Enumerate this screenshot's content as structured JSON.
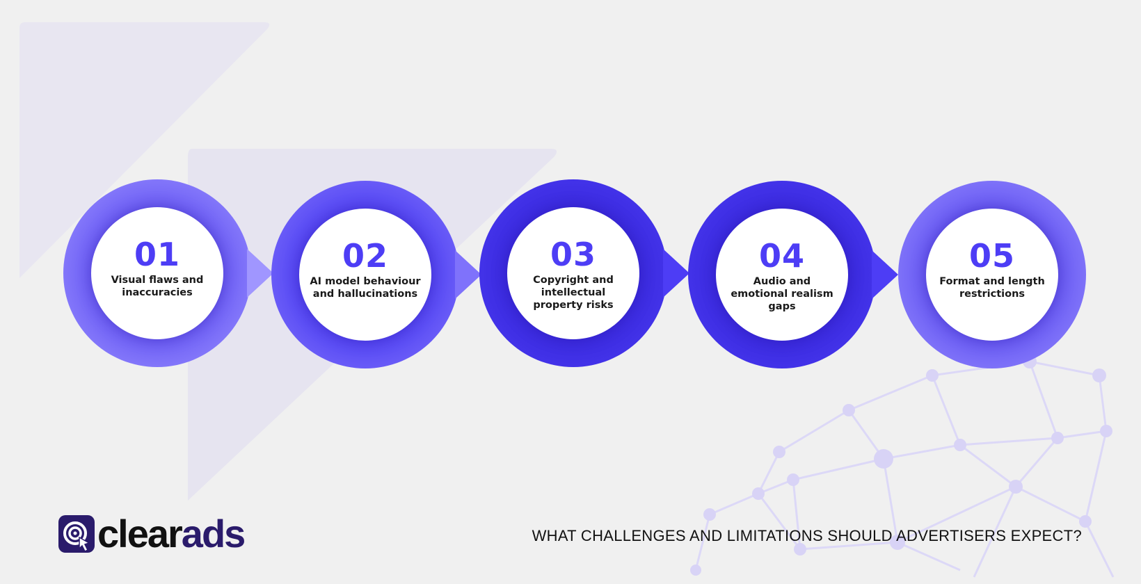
{
  "headline": "WHAT CHALLENGES AND LIMITATIONS SHOULD ADVERTISERS EXPECT?",
  "brand": {
    "name_part1": "clear",
    "name_part2": "ads",
    "icon": "target-cursor-icon",
    "color_dark": "#2a1b6b"
  },
  "colors": {
    "background": "#f0f0f0",
    "accent": "#4d3df5",
    "light_accent": "#9e94ff"
  },
  "steps": [
    {
      "number": "01",
      "label": "Visual flaws and inaccuracies",
      "ring_color": "#a096ff"
    },
    {
      "number": "02",
      "label": "AI model behaviour and hallucinations",
      "ring_color": "#7f72fb"
    },
    {
      "number": "03",
      "label": "Copyright and intellectual property risks",
      "ring_color": "#4d3df5"
    },
    {
      "number": "04",
      "label": "Audio and emotional realism gaps",
      "ring_color": "#4d3df5"
    },
    {
      "number": "05",
      "label": "Format and length restrictions",
      "ring_color": "#9a90ff"
    }
  ]
}
